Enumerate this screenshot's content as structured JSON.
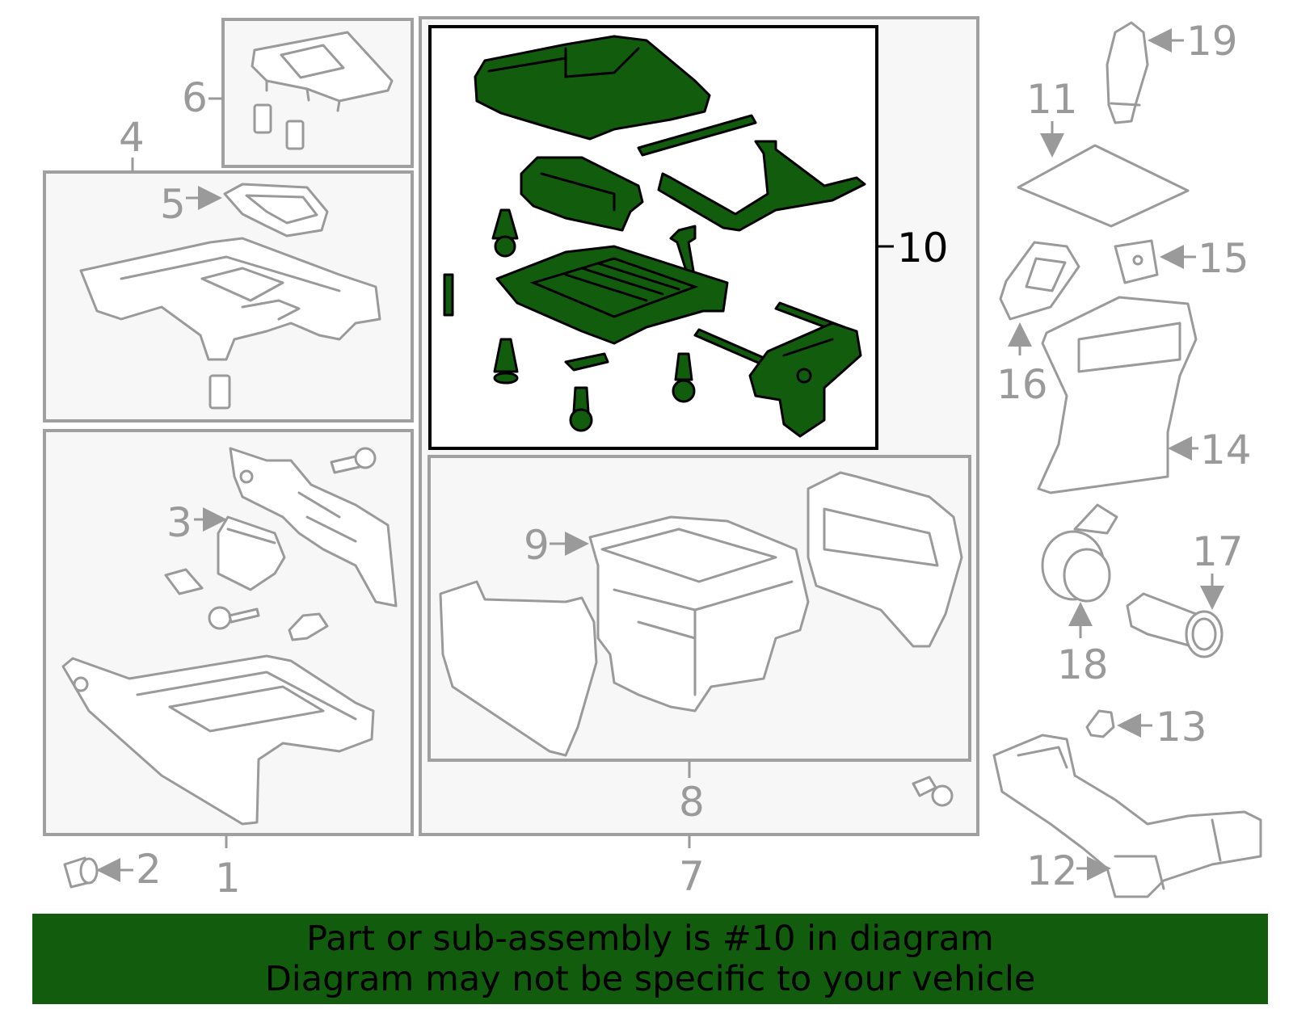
{
  "callouts": {
    "c1": "1",
    "c2": "2",
    "c3": "3",
    "c4": "4",
    "c5": "5",
    "c6": "6",
    "c7": "7",
    "c8": "8",
    "c9": "9",
    "c10": "10",
    "c11": "11",
    "c12": "12",
    "c13": "13",
    "c14": "14",
    "c15": "15",
    "c16": "16",
    "c17": "17",
    "c18": "18",
    "c19": "19"
  },
  "highlighted_part": "10",
  "banner": {
    "line1": "Part or sub-assembly is #10 in diagram",
    "line2": "Diagram may not be specific to your vehicle"
  },
  "colors": {
    "highlight_fill": "#125c0d",
    "banner_bg": "#125c0d",
    "line_gray": "#9a9a9a",
    "box_bg": "#f7f7f7",
    "text": "#000000"
  }
}
